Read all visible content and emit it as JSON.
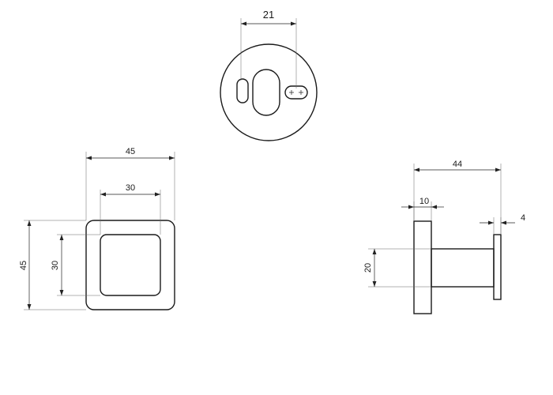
{
  "drawing": {
    "top_view": {
      "dim_width": "21"
    },
    "front_view": {
      "dim_outer_width": "45",
      "dim_inner_width": "30",
      "dim_outer_height": "45",
      "dim_inner_height": "30"
    },
    "side_view": {
      "dim_overall_length": "44",
      "dim_base_thickness": "10",
      "dim_plate_thickness": "4",
      "dim_stem_height": "20"
    }
  }
}
